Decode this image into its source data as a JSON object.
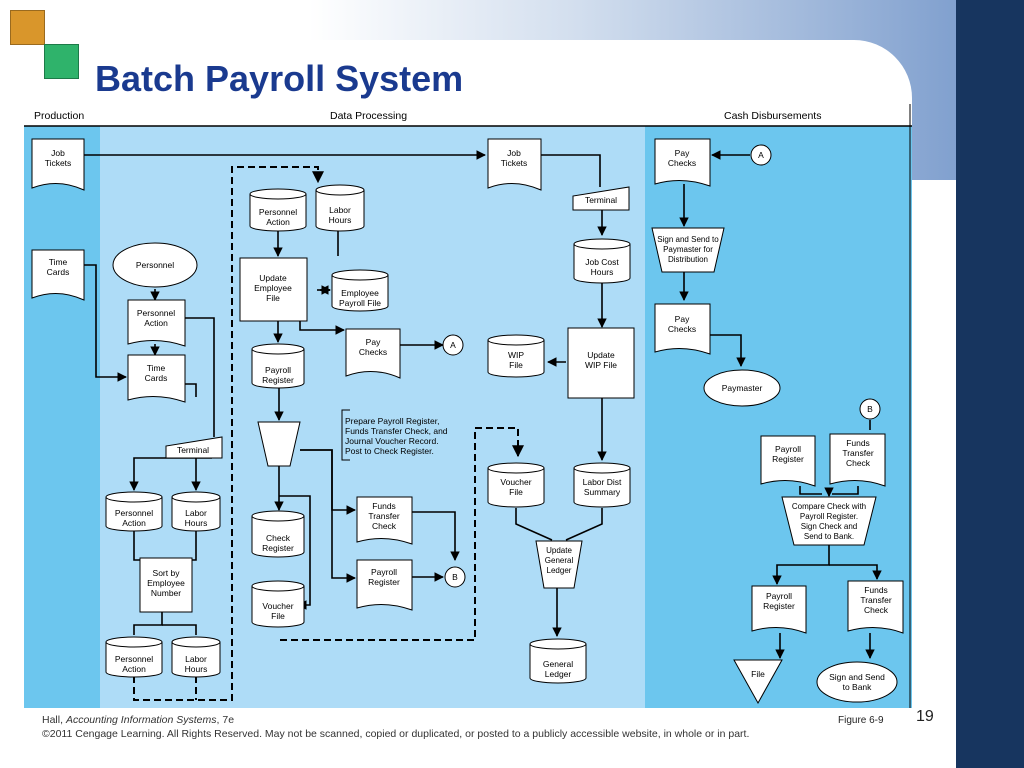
{
  "slide": {
    "title": "Batch Payroll System",
    "page_number": "19",
    "figure_label": "Figure 6-9",
    "footer_prefix": "Hall, ",
    "footer_book": "Accounting Information Systems",
    "footer_edition": ", 7e",
    "copyright": "©2011 Cengage Learning. All Rights Reserved. May not be scanned, copied or duplicated, or posted to a publicly accessible website, in whole or in part."
  },
  "colors": {
    "title": "#1a3a8f",
    "lane_light": "#aedcf7",
    "lane_dark": "#6cc6ee",
    "right_bar": "#17355f"
  },
  "diagram": {
    "headers": {
      "production": "Production",
      "data_processing": "Data Processing",
      "cash_disbursements": "Cash Disbursements"
    },
    "labels": {
      "job_tickets_prod": [
        "Job",
        "Tickets"
      ],
      "time_cards_prod": [
        "Time",
        "Cards"
      ],
      "personnel_oval": [
        "Personnel"
      ],
      "personnel_action_doc": [
        "Personnel",
        "Action"
      ],
      "time_cards_doc": [
        "Time",
        "Cards"
      ],
      "terminal_left": [
        "Terminal"
      ],
      "personnel_action_file1": [
        "Personnel",
        "Action"
      ],
      "labor_hours_file1": [
        "Labor",
        "Hours"
      ],
      "sort": [
        "Sort by",
        "Employee",
        "Number"
      ],
      "personnel_action_file2": [
        "Personnel",
        "Action"
      ],
      "labor_hours_file2": [
        "Labor",
        "Hours"
      ],
      "personnel_action_top": [
        "Personnel",
        "Action"
      ],
      "labor_hours_top": [
        "Labor",
        "Hours"
      ],
      "update_employee": [
        "Update",
        "Employee",
        "File"
      ],
      "employee_payroll_file": [
        "Employee",
        "Payroll File"
      ],
      "pay_checks_mid": [
        "Pay",
        "Checks"
      ],
      "payroll_register_file": [
        "Payroll",
        "Register"
      ],
      "annotation": [
        "Prepare Payroll Register,",
        "Funds Transfer Check, and",
        "Journal Voucher Record.",
        "Post to Check Register."
      ],
      "check_register": [
        "Check",
        "Register"
      ],
      "voucher_file_left": [
        "Voucher",
        "File"
      ],
      "funds_transfer_mid": [
        "Funds",
        "Transfer",
        "Check"
      ],
      "payroll_register_mid": [
        "Payroll",
        "Register"
      ],
      "job_tickets_dp": [
        "Job",
        "Tickets"
      ],
      "terminal_right": [
        "Terminal"
      ],
      "job_cost_hours": [
        "Job Cost",
        "Hours"
      ],
      "wip_file": [
        "WIP",
        "File"
      ],
      "update_wip": [
        "Update",
        "WIP File"
      ],
      "voucher_file_right": [
        "Voucher",
        "File"
      ],
      "labor_dist": [
        "Labor Dist",
        "Summary"
      ],
      "update_gl": [
        "Update",
        "General",
        "Ledger"
      ],
      "general_ledger": [
        "General",
        "Ledger"
      ],
      "pay_checks_cd1": [
        "Pay",
        "Checks"
      ],
      "sign_send_paymaster": [
        "Sign and Send to",
        "Paymaster for",
        "Distribution"
      ],
      "pay_checks_cd2": [
        "Pay",
        "Checks"
      ],
      "paymaster": [
        "Paymaster"
      ],
      "payroll_register_cd": [
        "Payroll",
        "Register"
      ],
      "funds_transfer_cd": [
        "Funds",
        "Transfer",
        "Check"
      ],
      "compare_check": [
        "Compare Check with",
        "Payroll Register.",
        "Sign Check and",
        "Send to Bank."
      ],
      "payroll_register_cd2": [
        "Payroll",
        "Register"
      ],
      "funds_transfer_cd2": [
        "Funds",
        "Transfer",
        "Check"
      ],
      "file_tri": [
        "File"
      ],
      "sign_send_bank": [
        "Sign and Send",
        "to Bank"
      ],
      "conn_a1": [
        "A"
      ],
      "conn_a2": [
        "A"
      ],
      "conn_b1": [
        "B"
      ],
      "conn_b2": [
        "B"
      ]
    }
  }
}
